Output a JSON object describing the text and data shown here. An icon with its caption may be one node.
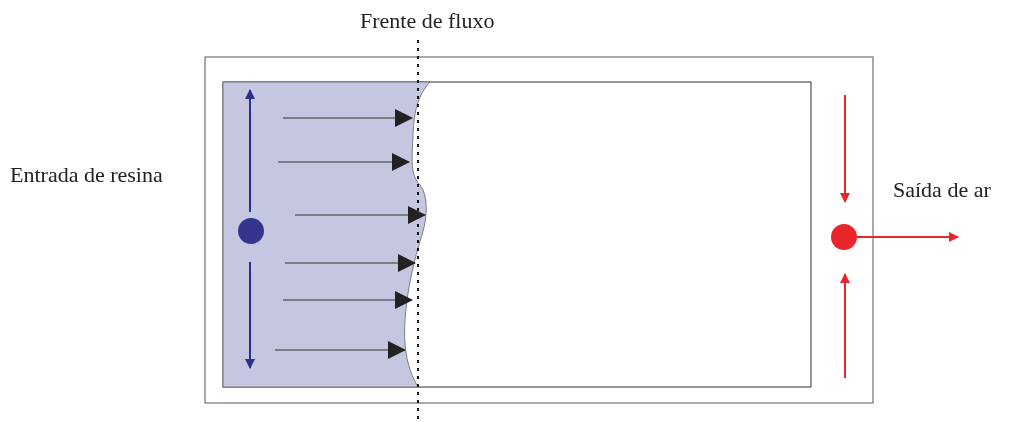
{
  "diagram": {
    "labels": [
      "Frente de fluxo",
      "Entrada de resina",
      "Saída de ar"
    ]
  }
}
